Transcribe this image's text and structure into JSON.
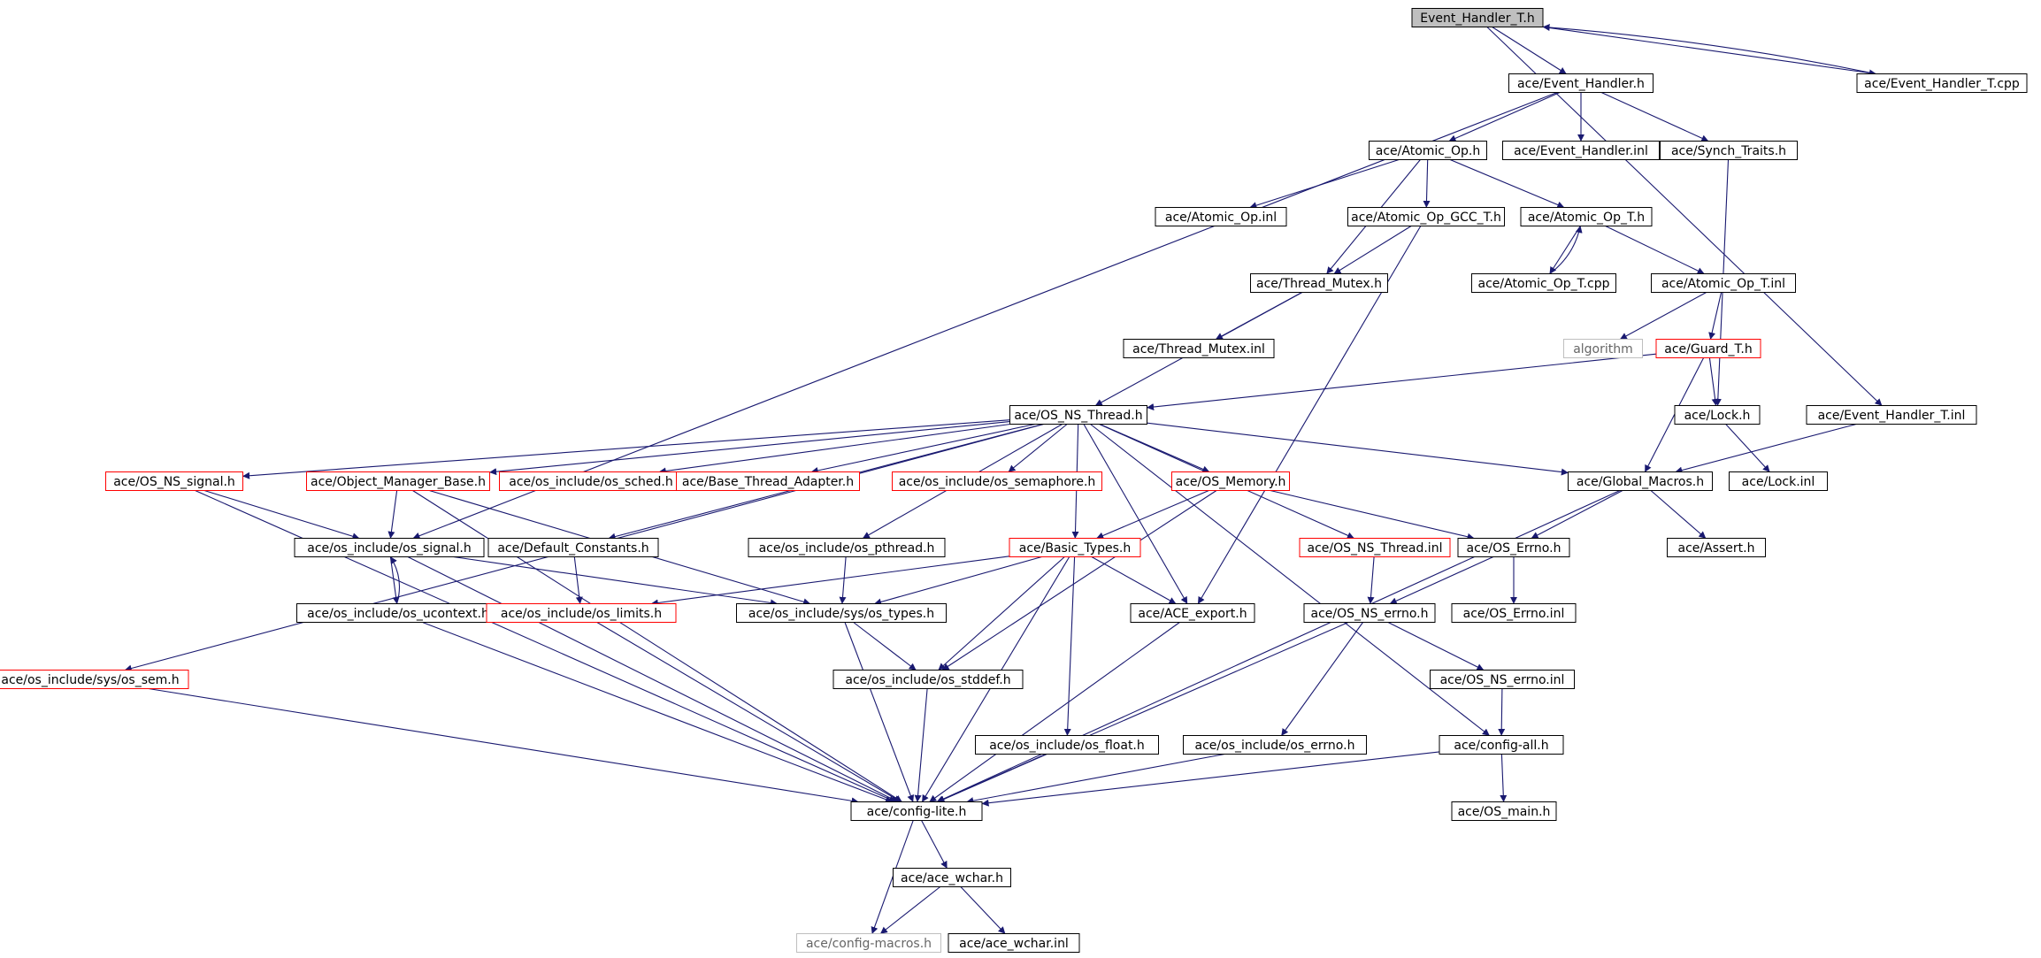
{
  "colors": {
    "edge": "#191970",
    "border_normal": "#000000",
    "border_truncated": "#ff0000",
    "border_external": "#bfbfbf",
    "fill_root": "#bfbfbf",
    "fill_normal": "#ffffff"
  },
  "nodes": [
    {
      "id": "n_root",
      "label": "Event_Handler_T.h",
      "style": "root"
    },
    {
      "id": "n_eh",
      "label": "ace/Event_Handler.h",
      "style": "normal"
    },
    {
      "id": "n_eht_cpp",
      "label": "ace/Event_Handler_T.cpp",
      "style": "normal"
    },
    {
      "id": "n_atomic",
      "label": "ace/Atomic_Op.h",
      "style": "normal"
    },
    {
      "id": "n_eh_inl",
      "label": "ace/Event_Handler.inl",
      "style": "normal"
    },
    {
      "id": "n_synch",
      "label": "ace/Synch_Traits.h",
      "style": "normal"
    },
    {
      "id": "n_atomic_inl",
      "label": "ace/Atomic_Op.inl",
      "style": "normal"
    },
    {
      "id": "n_atomic_gcc",
      "label": "ace/Atomic_Op_GCC_T.h",
      "style": "normal"
    },
    {
      "id": "n_atomic_t",
      "label": "ace/Atomic_Op_T.h",
      "style": "normal"
    },
    {
      "id": "n_thread_mutex",
      "label": "ace/Thread_Mutex.h",
      "style": "normal"
    },
    {
      "id": "n_atomic_t_cpp",
      "label": "ace/Atomic_Op_T.cpp",
      "style": "normal"
    },
    {
      "id": "n_atomic_t_inl",
      "label": "ace/Atomic_Op_T.inl",
      "style": "normal"
    },
    {
      "id": "n_thread_mutex_inl",
      "label": "ace/Thread_Mutex.inl",
      "style": "normal"
    },
    {
      "id": "n_algorithm",
      "label": "algorithm",
      "style": "external"
    },
    {
      "id": "n_guard",
      "label": "ace/Guard_T.h",
      "style": "truncated"
    },
    {
      "id": "n_os_ns_thread",
      "label": "ace/OS_NS_Thread.h",
      "style": "normal"
    },
    {
      "id": "n_lock",
      "label": "ace/Lock.h",
      "style": "normal"
    },
    {
      "id": "n_eht_inl",
      "label": "ace/Event_Handler_T.inl",
      "style": "normal"
    },
    {
      "id": "n_os_ns_signal",
      "label": "ace/OS_NS_signal.h",
      "style": "truncated"
    },
    {
      "id": "n_omb",
      "label": "ace/Object_Manager_Base.h",
      "style": "truncated"
    },
    {
      "id": "n_os_sched",
      "label": "ace/os_include/os_sched.h",
      "style": "truncated"
    },
    {
      "id": "n_btadapter",
      "label": "ace/Base_Thread_Adapter.h",
      "style": "truncated"
    },
    {
      "id": "n_os_semaphore",
      "label": "ace/os_include/os_semaphore.h",
      "style": "truncated"
    },
    {
      "id": "n_os_memory",
      "label": "ace/OS_Memory.h",
      "style": "truncated"
    },
    {
      "id": "n_global_macros",
      "label": "ace/Global_Macros.h",
      "style": "normal"
    },
    {
      "id": "n_lock_inl",
      "label": "ace/Lock.inl",
      "style": "normal"
    },
    {
      "id": "n_os_signal",
      "label": "ace/os_include/os_signal.h",
      "style": "normal"
    },
    {
      "id": "n_default_const",
      "label": "ace/Default_Constants.h",
      "style": "normal"
    },
    {
      "id": "n_os_pthread",
      "label": "ace/os_include/os_pthread.h",
      "style": "normal"
    },
    {
      "id": "n_basic_types",
      "label": "ace/Basic_Types.h",
      "style": "truncated"
    },
    {
      "id": "n_os_ns_thread_inl",
      "label": "ace/OS_NS_Thread.inl",
      "style": "truncated"
    },
    {
      "id": "n_os_errno_h",
      "label": "ace/OS_Errno.h",
      "style": "normal"
    },
    {
      "id": "n_assert",
      "label": "ace/Assert.h",
      "style": "normal"
    },
    {
      "id": "n_os_ucontext",
      "label": "ace/os_include/os_ucontext.h",
      "style": "normal"
    },
    {
      "id": "n_os_limits",
      "label": "ace/os_include/os_limits.h",
      "style": "truncated"
    },
    {
      "id": "n_os_types",
      "label": "ace/os_include/sys/os_types.h",
      "style": "normal"
    },
    {
      "id": "n_ace_export",
      "label": "ace/ACE_export.h",
      "style": "normal"
    },
    {
      "id": "n_os_ns_errno",
      "label": "ace/OS_NS_errno.h",
      "style": "normal"
    },
    {
      "id": "n_os_errno_inl",
      "label": "ace/OS_Errno.inl",
      "style": "normal"
    },
    {
      "id": "n_os_sem",
      "label": "ace/os_include/sys/os_sem.h",
      "style": "truncated"
    },
    {
      "id": "n_os_stddef",
      "label": "ace/os_include/os_stddef.h",
      "style": "normal"
    },
    {
      "id": "n_os_ns_errno_inl",
      "label": "ace/OS_NS_errno.inl",
      "style": "normal"
    },
    {
      "id": "n_os_float",
      "label": "ace/os_include/os_float.h",
      "style": "normal"
    },
    {
      "id": "n_os_errno_os",
      "label": "ace/os_include/os_errno.h",
      "style": "normal"
    },
    {
      "id": "n_config_all",
      "label": "ace/config-all.h",
      "style": "normal"
    },
    {
      "id": "n_config_lite",
      "label": "ace/config-lite.h",
      "style": "normal"
    },
    {
      "id": "n_os_main",
      "label": "ace/OS_main.h",
      "style": "normal"
    },
    {
      "id": "n_ace_wchar",
      "label": "ace/ace_wchar.h",
      "style": "normal"
    },
    {
      "id": "n_config_macros",
      "label": "ace/config-macros.h",
      "style": "external"
    },
    {
      "id": "n_ace_wchar_inl",
      "label": "ace/ace_wchar.inl",
      "style": "normal"
    }
  ],
  "edges": [
    [
      "n_root",
      "n_eh"
    ],
    [
      "n_root",
      "n_eht_cpp"
    ],
    [
      "n_eht_cpp",
      "n_root"
    ],
    [
      "n_root",
      "n_eht_inl"
    ],
    [
      "n_eh",
      "n_atomic"
    ],
    [
      "n_eh",
      "n_eh_inl"
    ],
    [
      "n_eh",
      "n_synch"
    ],
    [
      "n_eh",
      "n_os_signal"
    ],
    [
      "n_atomic",
      "n_atomic_inl"
    ],
    [
      "n_atomic",
      "n_atomic_gcc"
    ],
    [
      "n_atomic",
      "n_atomic_t"
    ],
    [
      "n_atomic",
      "n_thread_mutex"
    ],
    [
      "n_atomic_gcc",
      "n_thread_mutex"
    ],
    [
      "n_atomic_gcc",
      "n_ace_export"
    ],
    [
      "n_atomic_t",
      "n_atomic_t_cpp"
    ],
    [
      "n_atomic_t_cpp",
      "n_atomic_t"
    ],
    [
      "n_atomic_t",
      "n_atomic_t_inl"
    ],
    [
      "n_atomic_t_inl",
      "n_algorithm"
    ],
    [
      "n_atomic_t_inl",
      "n_guard"
    ],
    [
      "n_thread_mutex",
      "n_thread_mutex_inl"
    ],
    [
      "n_thread_mutex",
      "n_os_ns_thread"
    ],
    [
      "n_synch",
      "n_lock"
    ],
    [
      "n_guard",
      "n_os_ns_thread"
    ],
    [
      "n_guard",
      "n_lock"
    ],
    [
      "n_guard",
      "n_global_macros"
    ],
    [
      "n_lock",
      "n_lock_inl"
    ],
    [
      "n_eht_inl",
      "n_global_macros"
    ],
    [
      "n_os_ns_thread",
      "n_os_ns_signal"
    ],
    [
      "n_os_ns_thread",
      "n_omb"
    ],
    [
      "n_os_ns_thread",
      "n_os_sched"
    ],
    [
      "n_os_ns_thread",
      "n_btadapter"
    ],
    [
      "n_os_ns_thread",
      "n_os_semaphore"
    ],
    [
      "n_os_ns_thread",
      "n_os_memory"
    ],
    [
      "n_os_ns_thread",
      "n_global_macros"
    ],
    [
      "n_os_ns_thread",
      "n_os_sem"
    ],
    [
      "n_os_ns_thread",
      "n_default_const"
    ],
    [
      "n_os_ns_thread",
      "n_os_pthread"
    ],
    [
      "n_os_ns_thread",
      "n_basic_types"
    ],
    [
      "n_os_ns_thread",
      "n_os_ns_thread_inl"
    ],
    [
      "n_os_ns_thread",
      "n_ace_export"
    ],
    [
      "n_os_ns_thread",
      "n_config_all"
    ],
    [
      "n_os_ns_signal",
      "n_os_signal"
    ],
    [
      "n_os_ns_signal",
      "n_config_lite"
    ],
    [
      "n_omb",
      "n_os_signal"
    ],
    [
      "n_omb",
      "n_os_types"
    ],
    [
      "n_omb",
      "n_config_lite"
    ],
    [
      "n_os_memory",
      "n_os_errno_h"
    ],
    [
      "n_os_memory",
      "n_basic_types"
    ],
    [
      "n_os_memory",
      "n_os_stddef"
    ],
    [
      "n_global_macros",
      "n_os_errno_h"
    ],
    [
      "n_global_macros",
      "n_assert"
    ],
    [
      "n_global_macros",
      "n_config_lite"
    ],
    [
      "n_os_signal",
      "n_os_ucontext"
    ],
    [
      "n_os_ucontext",
      "n_os_signal"
    ],
    [
      "n_os_signal",
      "n_os_types"
    ],
    [
      "n_os_signal",
      "n_config_lite"
    ],
    [
      "n_os_ucontext",
      "n_config_lite"
    ],
    [
      "n_default_const",
      "n_os_limits"
    ],
    [
      "n_os_pthread",
      "n_os_types"
    ],
    [
      "n_basic_types",
      "n_os_limits"
    ],
    [
      "n_basic_types",
      "n_os_types"
    ],
    [
      "n_basic_types",
      "n_ace_export"
    ],
    [
      "n_basic_types",
      "n_os_stddef"
    ],
    [
      "n_basic_types",
      "n_os_float"
    ],
    [
      "n_basic_types",
      "n_config_lite"
    ],
    [
      "n_os_ns_thread_inl",
      "n_os_ns_errno"
    ],
    [
      "n_os_errno_h",
      "n_os_ns_errno"
    ],
    [
      "n_os_errno_h",
      "n_os_errno_inl"
    ],
    [
      "n_os_limits",
      "n_config_lite"
    ],
    [
      "n_os_types",
      "n_os_stddef"
    ],
    [
      "n_os_types",
      "n_config_lite"
    ],
    [
      "n_ace_export",
      "n_config_lite"
    ],
    [
      "n_os_ns_errno",
      "n_os_errno_os"
    ],
    [
      "n_os_ns_errno",
      "n_os_ns_errno_inl"
    ],
    [
      "n_os_ns_errno",
      "n_config_lite"
    ],
    [
      "n_os_sem",
      "n_config_lite"
    ],
    [
      "n_os_stddef",
      "n_config_lite"
    ],
    [
      "n_os_ns_errno_inl",
      "n_config_all"
    ],
    [
      "n_os_float",
      "n_config_lite"
    ],
    [
      "n_os_errno_os",
      "n_config_lite"
    ],
    [
      "n_config_all",
      "n_config_lite"
    ],
    [
      "n_config_all",
      "n_os_main"
    ],
    [
      "n_config_lite",
      "n_ace_wchar"
    ],
    [
      "n_config_lite",
      "n_config_macros"
    ],
    [
      "n_ace_wchar",
      "n_config_macros"
    ],
    [
      "n_ace_wchar",
      "n_ace_wchar_inl"
    ]
  ]
}
